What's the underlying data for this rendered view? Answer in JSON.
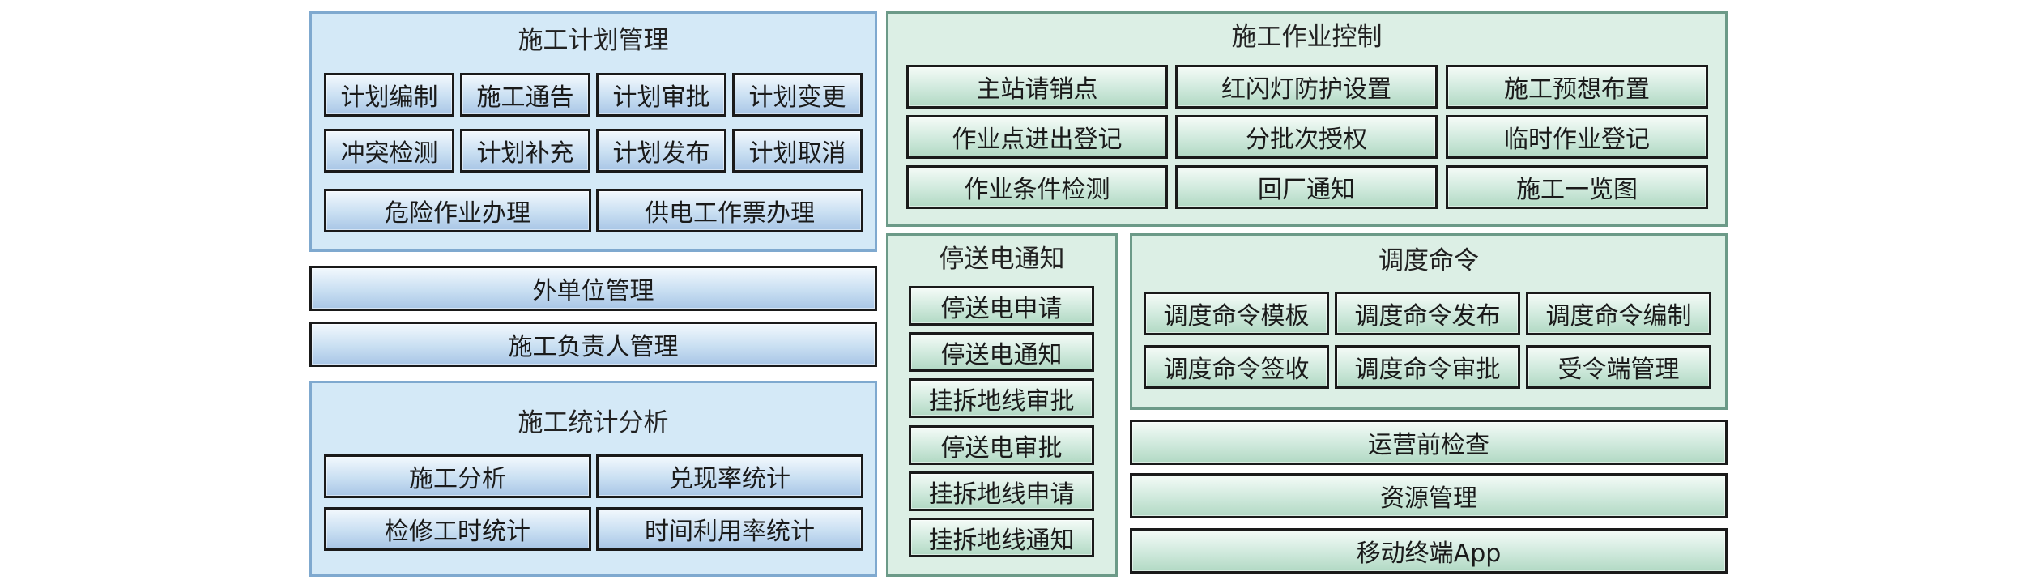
{
  "plan_management": {
    "title": "施工计划管理",
    "row1": [
      "计划编制",
      "施工通告",
      "计划审批",
      "计划变更"
    ],
    "row2": [
      "冲突检测",
      "计划补充",
      "计划发布",
      "计划取消"
    ],
    "row3": [
      "危险作业办理",
      "供电工作票办理"
    ]
  },
  "external_unit": "外单位管理",
  "person_in_charge": "施工负责人管理",
  "statistics": {
    "title": "施工统计分析",
    "row1": [
      "施工分析",
      "兑现率统计"
    ],
    "row2": [
      "检修工时统计",
      "时间利用率统计"
    ]
  },
  "operation_control": {
    "title": "施工作业控制",
    "row1": [
      "主站请销点",
      "红闪灯防护设置",
      "施工预想布置"
    ],
    "row2": [
      "作业点进出登记",
      "分批次授权",
      "临时作业登记"
    ],
    "row3": [
      "作业条件检测",
      "回厂通知",
      "施工一览图"
    ]
  },
  "power_outage": {
    "title": "停送电通知",
    "items": [
      "停送电申请",
      "停送电通知",
      "挂拆地线审批",
      "停送电审批",
      "挂拆地线申请",
      "挂拆地线通知"
    ]
  },
  "dispatch": {
    "title": "调度命令",
    "row1": [
      "调度命令模板",
      "调度命令发布",
      "调度命令编制"
    ],
    "row2": [
      "调度命令签收",
      "调度命令审批",
      "受令端管理"
    ]
  },
  "pre_operation_check": "运营前检查",
  "resource_management": "资源管理",
  "mobile_app": "移动终端App"
}
